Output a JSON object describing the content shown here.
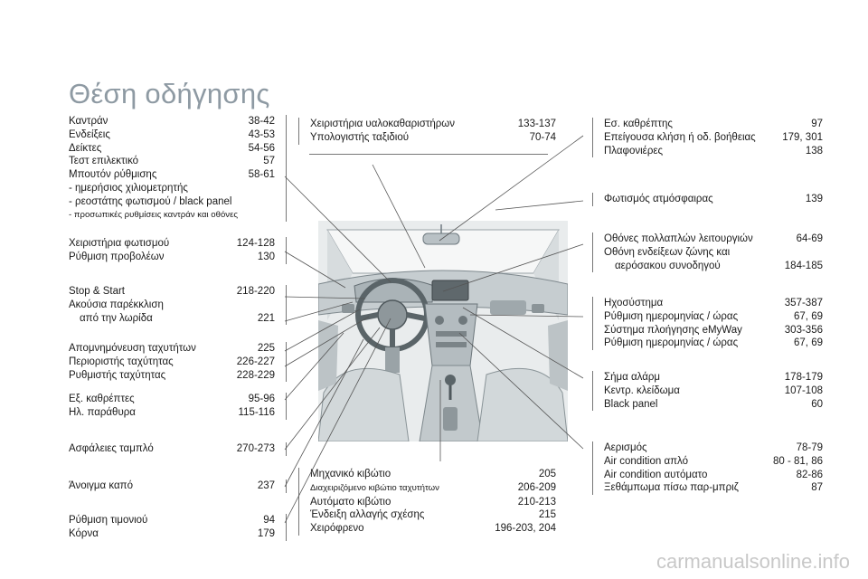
{
  "title": "Θέση οδήγησης",
  "left": [
    {
      "rows": [
        {
          "label": "Καντράν",
          "page": "38-42"
        },
        {
          "label": "Ενδείξεις",
          "page": "43-53"
        },
        {
          "label": "Δείκτες",
          "page": "54-56"
        },
        {
          "label": "Τεστ επιλεκτικό",
          "page": "57"
        },
        {
          "label": "Μπουτόν ρύθμισης",
          "page": "58-61"
        },
        {
          "label": "ημερήσιος χιλιομετρητής",
          "page": "",
          "style": "dash"
        },
        {
          "label": "ρεοστάτης φωτισμού / black panel",
          "page": "",
          "style": "dash"
        },
        {
          "label": "προσωπικές ρυθμίσεις καντράν και οθόνες",
          "page": "",
          "style": "dash small"
        }
      ]
    },
    {
      "rows": [
        {
          "label": "Χειριστήρια φωτισμού",
          "page": "124-128"
        },
        {
          "label": "Ρύθμιση προβολέων",
          "page": "130"
        }
      ]
    },
    {
      "rows": [
        {
          "label": "Stop & Start",
          "page": "218-220"
        },
        {
          "label": "Ακούσια παρέκκλιση",
          "page": ""
        },
        {
          "label": "από την λωρίδα",
          "page": "221",
          "style": "indent"
        }
      ]
    },
    {
      "rows": [
        {
          "label": "Απομνημόνευση ταχυτήτων",
          "page": "225"
        },
        {
          "label": "Περιοριστής ταχύτητας",
          "page": "226-227"
        },
        {
          "label": "Ρυθμιστής ταχύτητας",
          "page": "228-229"
        }
      ]
    },
    {
      "rows": [
        {
          "label": "Εξ. καθρέπτες",
          "page": "95-96"
        },
        {
          "label": "Ηλ. παράθυρα",
          "page": "115-116"
        }
      ]
    },
    {
      "rows": [
        {
          "label": "Ασφάλειες ταμπλό",
          "page": "270-273"
        }
      ]
    },
    {
      "rows": [
        {
          "label": "Άνοιγμα καπό",
          "page": "237"
        }
      ]
    },
    {
      "rows": [
        {
          "label": "Ρύθμιση τιμονιού",
          "page": "94"
        },
        {
          "label": "Κόρνα",
          "page": "179"
        }
      ]
    }
  ],
  "center_top": [
    {
      "rows": [
        {
          "label": "Χειριστήρια υαλοκαθαριστήρων",
          "page": "133-137"
        },
        {
          "label": "Υπολογιστής ταξιδιού",
          "page": "70-74"
        }
      ]
    }
  ],
  "center_bottom": [
    {
      "rows": [
        {
          "label": "Μηχανικό κιβώτιο",
          "page": "205"
        },
        {
          "label": "Διαχειριζόμενο κιβώτιο ταχυτήτων",
          "page": "206-209",
          "style": "small"
        },
        {
          "label": "Αυτόματο κιβώτιο",
          "page": "210-213"
        },
        {
          "label": "Ένδειξη αλλαγής σχέσης",
          "page": "215"
        },
        {
          "label": "Χειρόφρενο",
          "page": "196-203, 204"
        }
      ]
    }
  ],
  "right": [
    {
      "rows": [
        {
          "label": "Εσ. καθρέπτης",
          "page": "97"
        },
        {
          "label": "Επείγουσα κλήση ή οδ. βοήθειας",
          "page": "179, 301"
        },
        {
          "label": "Πλαφονιέρες",
          "page": "138"
        }
      ]
    },
    {
      "rows": [
        {
          "label": "Φωτισμός ατμόσφαιρας",
          "page": "139"
        }
      ]
    },
    {
      "rows": [
        {
          "label": "Οθόνες πολλαπλών λειτουργιών",
          "page": "64-69"
        },
        {
          "label": "Οθόνη ενδείξεων ζώνης και",
          "page": ""
        },
        {
          "label": "αερόσακου συνοδηγού",
          "page": "184-185",
          "style": "indent"
        }
      ]
    },
    {
      "rows": [
        {
          "label": "Ηχοσύστημα",
          "page": "357-387"
        },
        {
          "label": "Ρύθμιση ημερομηνίας / ώρας",
          "page": "67, 69"
        },
        {
          "label": "Σύστημα πλοήγησης eMyWay",
          "page": "303-356"
        },
        {
          "label": "Ρύθμιση ημερομηνίας / ώρας",
          "page": "67, 69"
        }
      ]
    },
    {
      "rows": [
        {
          "label": "Σήμα αλάρμ",
          "page": "178-179"
        },
        {
          "label": "Κεντρ. κλείδωμα",
          "page": "107-108"
        },
        {
          "label": "Black panel",
          "page": "60"
        }
      ]
    },
    {
      "rows": [
        {
          "label": "Αερισμός",
          "page": "78-79"
        },
        {
          "label": "Air condition απλό",
          "page": "80 - 81, 86"
        },
        {
          "label": "Air condition αυτόματο",
          "page": "82-86"
        },
        {
          "label": "Ξεθάμπωμα πίσω παρ-μπριζ",
          "page": "87"
        }
      ]
    }
  ],
  "watermark": "carmanualsonline.info"
}
